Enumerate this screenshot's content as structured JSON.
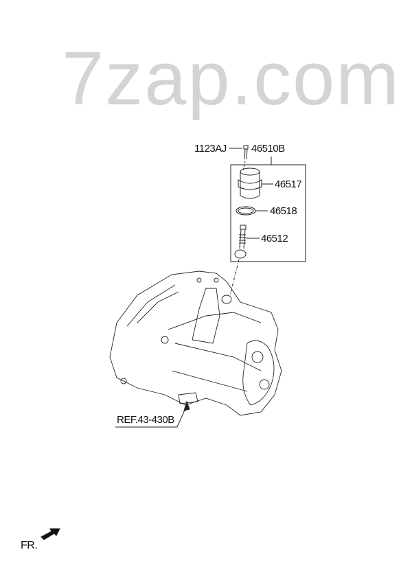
{
  "watermark": "7zap.com",
  "labels": {
    "bolt": "1123AJ",
    "assembly": "46510B",
    "sensor_housing": "46517",
    "o_ring": "46518",
    "driven_gear": "46512",
    "reference": "REF.43-430B",
    "front": "FR."
  }
}
